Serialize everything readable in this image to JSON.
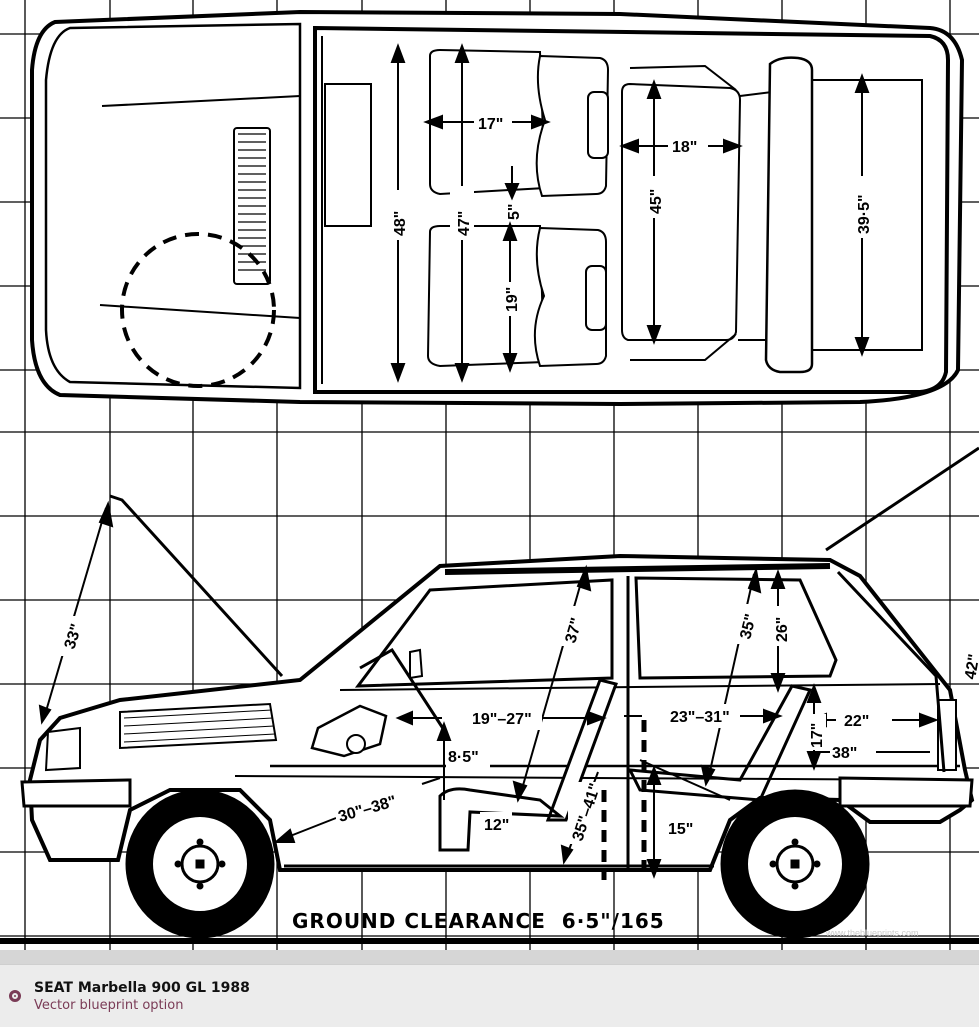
{
  "caption": {
    "title": "SEAT Marbella 900 GL 1988",
    "subtitle": "Vector blueprint option"
  },
  "top_view": {
    "dims": {
      "d48": "48\"",
      "d47": "47\"",
      "d17": "17\"",
      "d5": "5\"",
      "d19": "19\"",
      "d18": "18\"",
      "d45": "45\"",
      "d39_5": "39·5\""
    }
  },
  "side_view": {
    "dims": {
      "d33": "33\"",
      "d37": "37\"",
      "d35": "35\"",
      "d26": "26\"",
      "d42": "42\"",
      "d19_27": "19\"–27\"",
      "d23_31": "23\"–31\"",
      "d22": "22\"",
      "d17": "17\"",
      "d38": "38\"",
      "d8_5": "8·5\"",
      "d30_38": "30\"–38\"",
      "d12": "12\"",
      "d35_41": "35\"–41\"",
      "d15": "15\""
    },
    "ground_clearance": "GROUND CLEARANCE  6·5\"/165"
  },
  "watermark": "www.theblueprints.com"
}
